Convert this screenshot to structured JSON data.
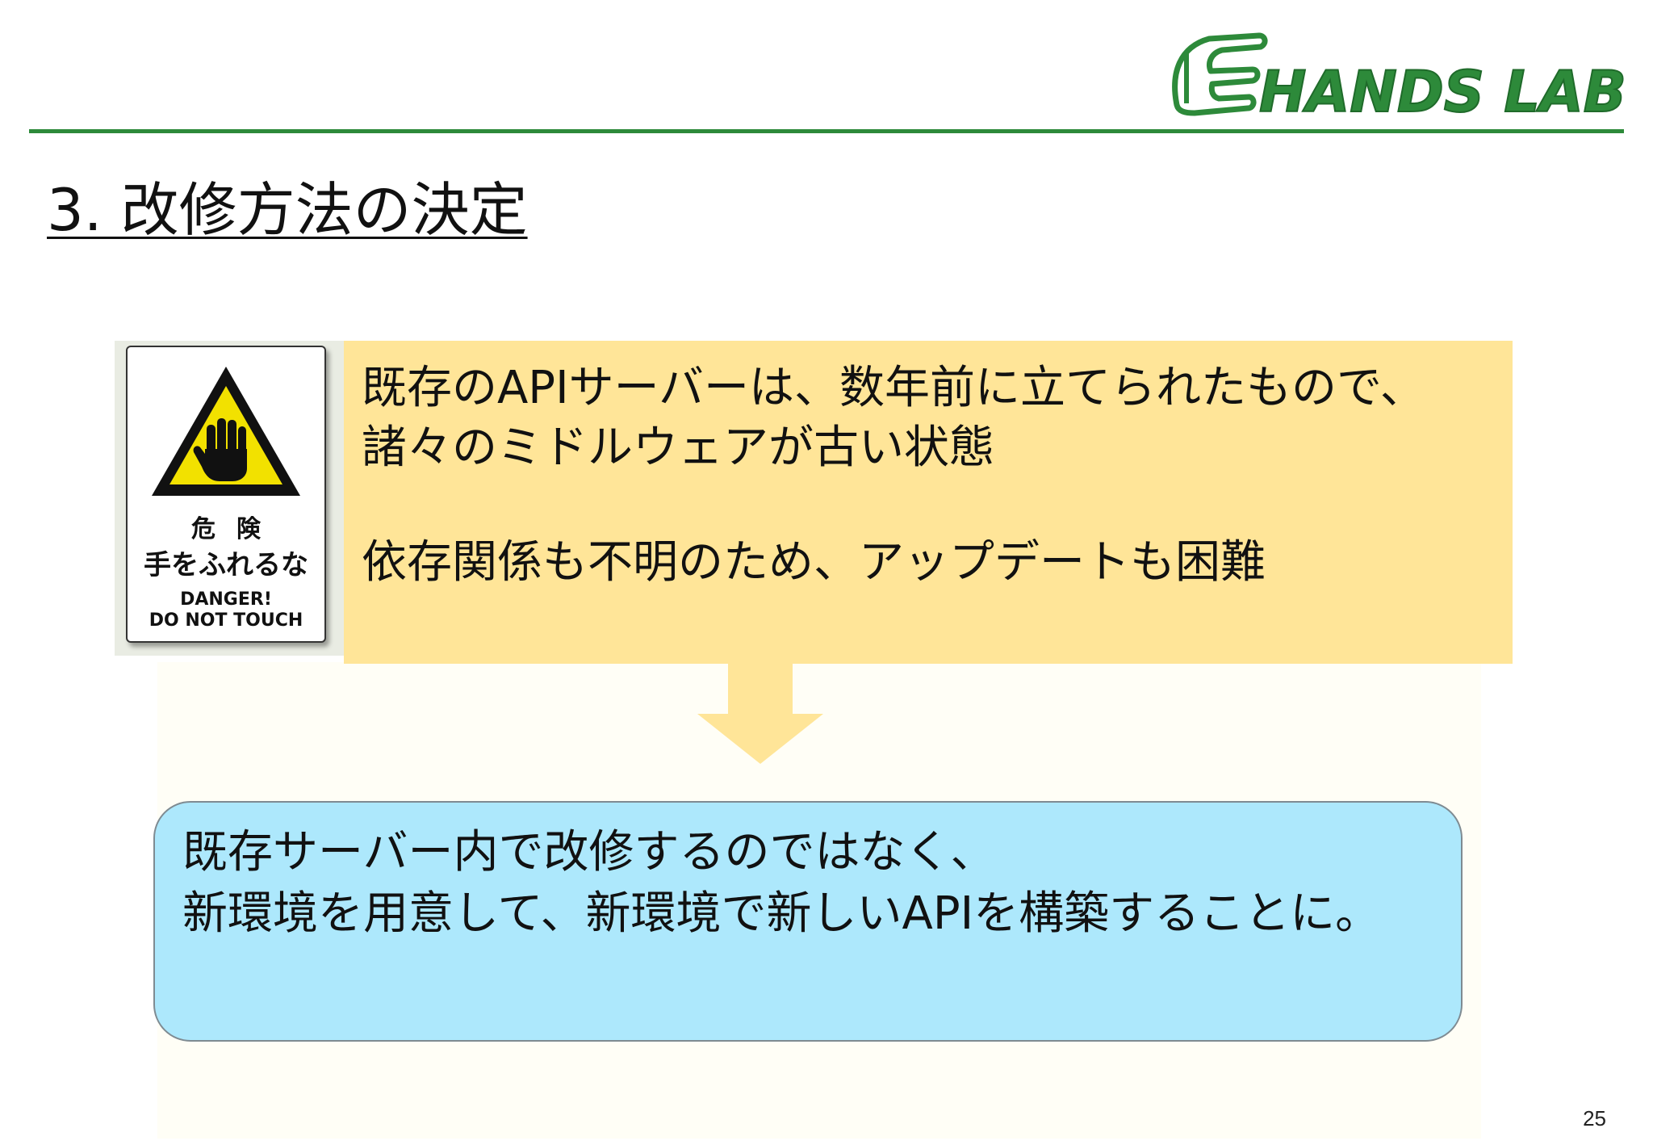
{
  "logo": {
    "text": "HANDS LAB",
    "color": "#2d8a3a"
  },
  "title": "3. 改修方法の決定",
  "sign": {
    "danger_jp": "危険",
    "touch_jp": "手をふれるな",
    "danger_en": "DANGER!\nDO NOT TOUCH",
    "triangle_color": "#f2e100",
    "icon": "stop-hand-icon"
  },
  "problem": {
    "line1": "既存のAPIサーバーは、数年前に立てられたもので、\n諸々のミドルウェアが古い状態",
    "line2": "依存関係も不明のため、アップデートも困難",
    "background": "#ffe598"
  },
  "arrow": {
    "color": "#ffe598",
    "icon": "down-arrow-icon"
  },
  "solution": {
    "text": "既存サーバー内で改修するのではなく、\n新環境を用意して、新環境で新しいAPIを構築することに。",
    "background": "#ade8fc"
  },
  "page_number": "25"
}
